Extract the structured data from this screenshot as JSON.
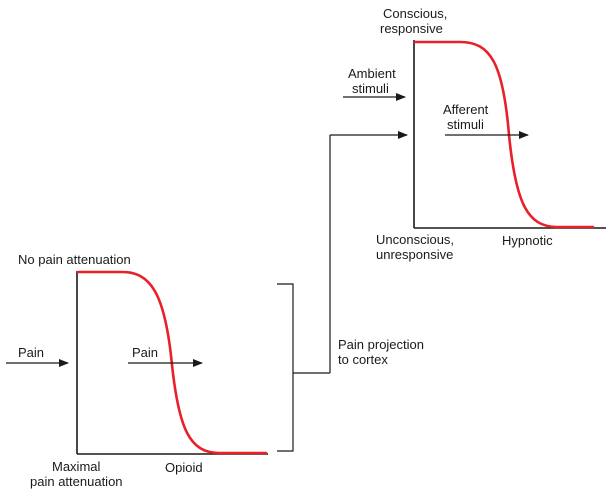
{
  "colors": {
    "curve": "#e8202a",
    "line": "#1a1a1a",
    "text": "#1a1a1a",
    "background": "#ffffff"
  },
  "lower_graph": {
    "top_label": "No pain attenuation",
    "bottom_left_label_1": "Maximal",
    "bottom_left_label_2": "pain attenuation",
    "x_axis_label": "Opioid",
    "input_label": "Pain",
    "inner_arrow_label": "Pain"
  },
  "connector": {
    "label_line_1": "Pain projection",
    "label_line_2": "to cortex"
  },
  "upper_graph": {
    "top_label_1": "Conscious,",
    "top_label_2": "responsive",
    "input_label_1": "Ambient",
    "input_label_2": "stimuli",
    "inner_arrow_label_1": "Afferent",
    "inner_arrow_label_2": "stimuli",
    "bottom_left_label_1": "Unconscious,",
    "bottom_left_label_2": "unresponsive",
    "x_axis_label": "Hypnotic"
  }
}
